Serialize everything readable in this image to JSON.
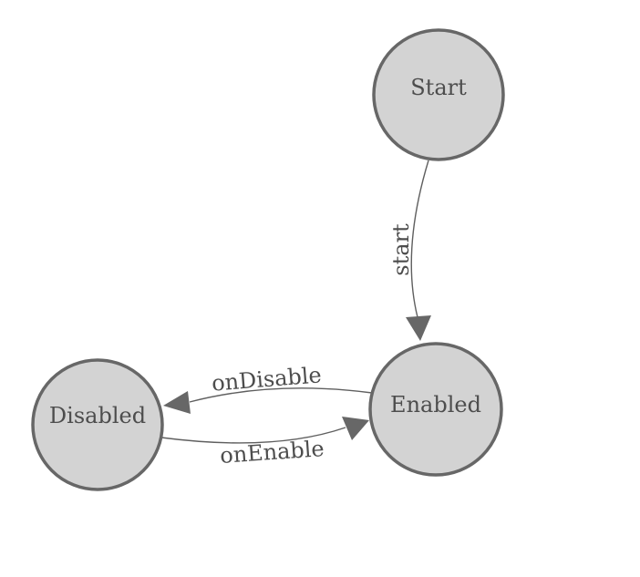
{
  "diagram": {
    "type": "state-machine",
    "colors": {
      "background": "#ffffff",
      "node_fill": "#d3d3d3",
      "node_border": "#676767",
      "edge_line": "#5f5f5f",
      "arrowhead": "#676767",
      "label_text": "#4d4d4d"
    },
    "nodes": [
      {
        "id": "start",
        "label": "Start"
      },
      {
        "id": "enabled",
        "label": "Enabled"
      },
      {
        "id": "disabled",
        "label": "Disabled"
      }
    ],
    "edges": [
      {
        "from": "start",
        "to": "enabled",
        "label": "start"
      },
      {
        "from": "enabled",
        "to": "disabled",
        "label": "onDisable"
      },
      {
        "from": "disabled",
        "to": "enabled",
        "label": "onEnable"
      }
    ]
  }
}
